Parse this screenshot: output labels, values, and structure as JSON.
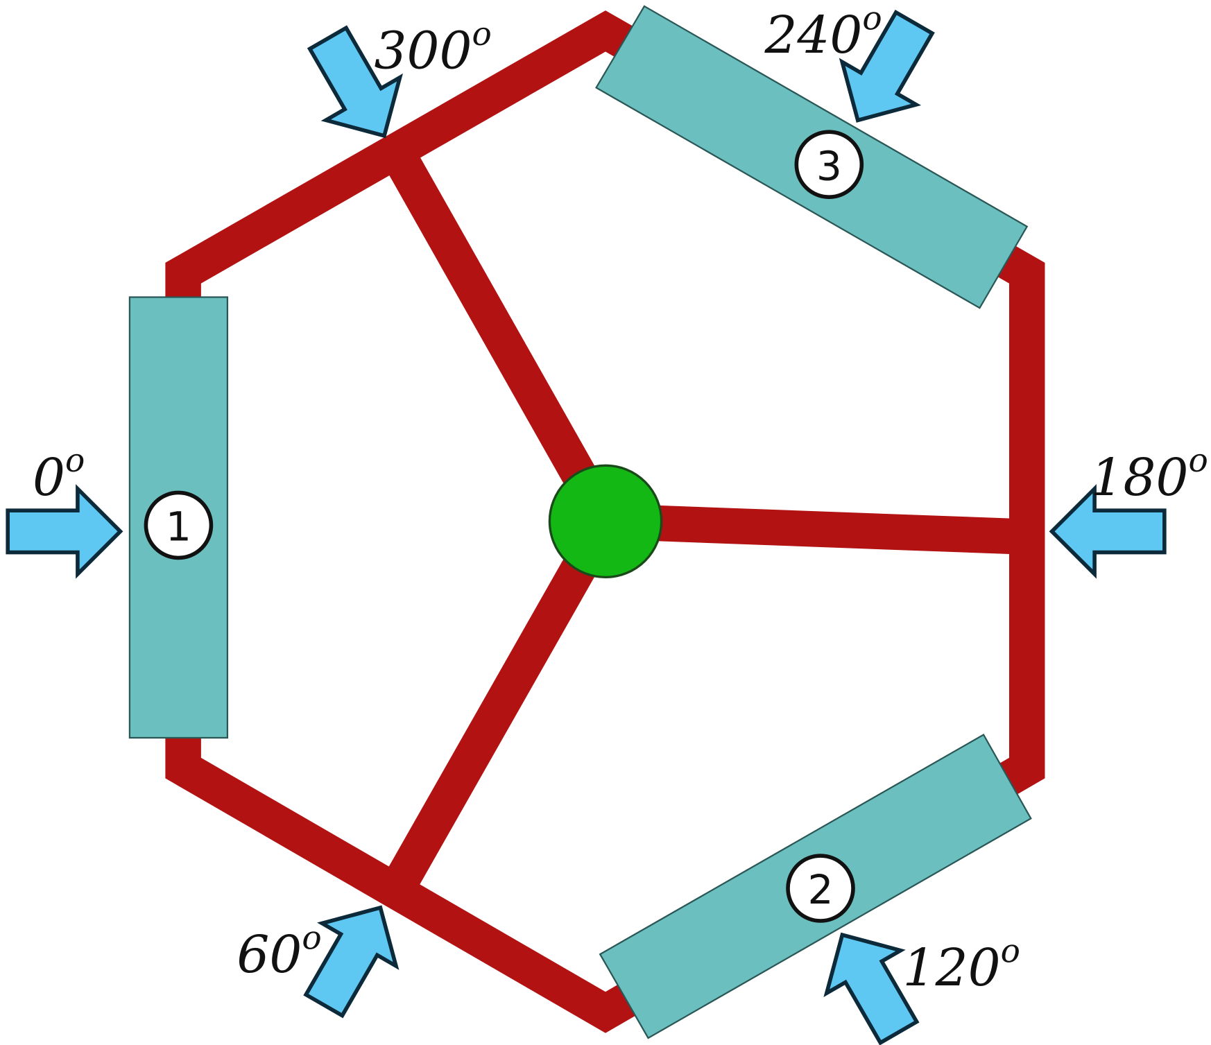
{
  "colors": {
    "frame": "#b31212",
    "pad": "#6bbfbe",
    "arrow": "#5ec8f2",
    "arrow_outline": "#0d2a3a",
    "hub": "#14b814"
  },
  "pads": [
    {
      "number": "1"
    },
    {
      "number": "2"
    },
    {
      "number": "3"
    }
  ],
  "arrows": [
    {
      "angle": "0",
      "unit": "o",
      "icon": "arrow-right-icon"
    },
    {
      "angle": "60",
      "unit": "o",
      "icon": "arrow-up-right-icon"
    },
    {
      "angle": "120",
      "unit": "o",
      "icon": "arrow-up-left-icon"
    },
    {
      "angle": "180",
      "unit": "o",
      "icon": "arrow-left-icon"
    },
    {
      "angle": "240",
      "unit": "o",
      "icon": "arrow-down-left-icon"
    },
    {
      "angle": "300",
      "unit": "o",
      "icon": "arrow-down-right-icon"
    }
  ]
}
